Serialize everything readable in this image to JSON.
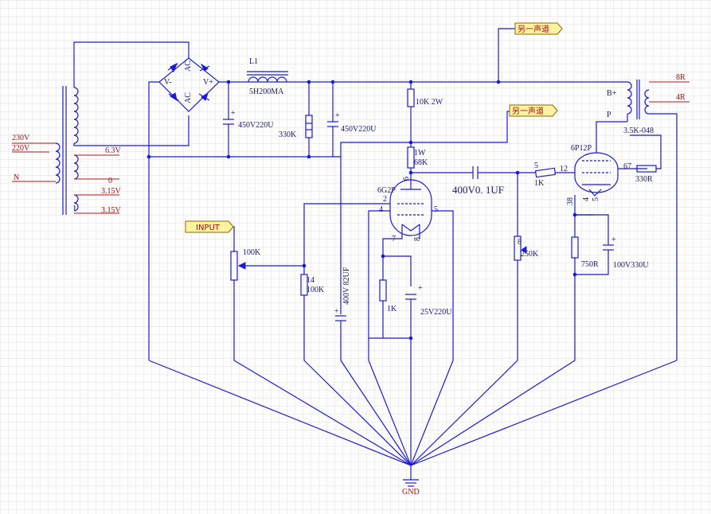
{
  "transformer_primary": {
    "v1": "230V",
    "v2": "220V",
    "n": "N"
  },
  "transformer_secondary": {
    "s1": "6.3V",
    "s2": "0",
    "s3": "3.15V",
    "s4": "3.15V"
  },
  "bridge": {
    "ac_top": "AC",
    "ac_bottom": "AC",
    "v_minus": "V-",
    "v_plus": "V+"
  },
  "choke": {
    "ref": "L1",
    "value": "5H200MA"
  },
  "filter": {
    "c1": "450V220U",
    "r": "330K",
    "c2": "450V220U"
  },
  "resistors": {
    "r_10k": "10K 2W",
    "r_68k_watt": "1W",
    "r_68k": "68K",
    "r_100k_pot": "100K",
    "r_100k_pin": "14",
    "r_100k": "100K",
    "r_1k_cath": "1K",
    "r_1k_grid": "1K",
    "r_1k_grid_pin": "12",
    "r_1k_pin5": "5",
    "r_250k_pin": "8",
    "r_250k": "250K",
    "r_750": "750R",
    "r_330": "330R",
    "r_330_pin": "67"
  },
  "capacitors": {
    "c_coupling": "400V0. 1UF",
    "c_82": "400V 82UF",
    "c_25": "25V220U",
    "c_100": "100V330U"
  },
  "tubes": {
    "t1": "6G2P",
    "t1_p2": "2",
    "t1_p4": "4",
    "t1_p5": "5",
    "t1_p6": "6",
    "t1_p7": "7",
    "t1_p8": "8",
    "t2": "6P12P",
    "t2_p38": "38",
    "t2_p4": "4",
    "t2_p5": "5"
  },
  "output_transformer": {
    "b_plus": "B+",
    "p": "P",
    "model": "3.5K-048",
    "r8": "8R",
    "r4": "4R"
  },
  "ports": {
    "ch1": "另一声道",
    "ch2": "另一声道",
    "input": "INPUT"
  },
  "ground": "GND",
  "colors": {
    "wire": "#1b1bd6",
    "label": "#1a1a6a",
    "red_label": "#a01212",
    "tag_fill": "#fff3a0"
  }
}
